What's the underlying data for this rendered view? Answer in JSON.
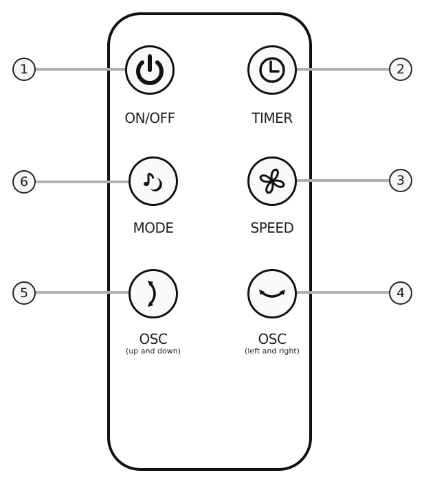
{
  "buttons": [
    {
      "number": "1",
      "label": "ON/OFF",
      "icon": "power-icon"
    },
    {
      "number": "2",
      "label": "TIMER",
      "icon": "clock-icon"
    },
    {
      "number": "3",
      "label": "SPEED",
      "icon": "fan-icon"
    },
    {
      "number": "4",
      "label": "OSC",
      "sublabel": "(left and right)",
      "icon": "horizontal-swing-icon"
    },
    {
      "number": "5",
      "label": "OSC",
      "sublabel": "(up and down)",
      "icon": "vertical-swing-icon"
    },
    {
      "number": "6",
      "label": "MODE",
      "icon": "music-moon-icon"
    }
  ]
}
